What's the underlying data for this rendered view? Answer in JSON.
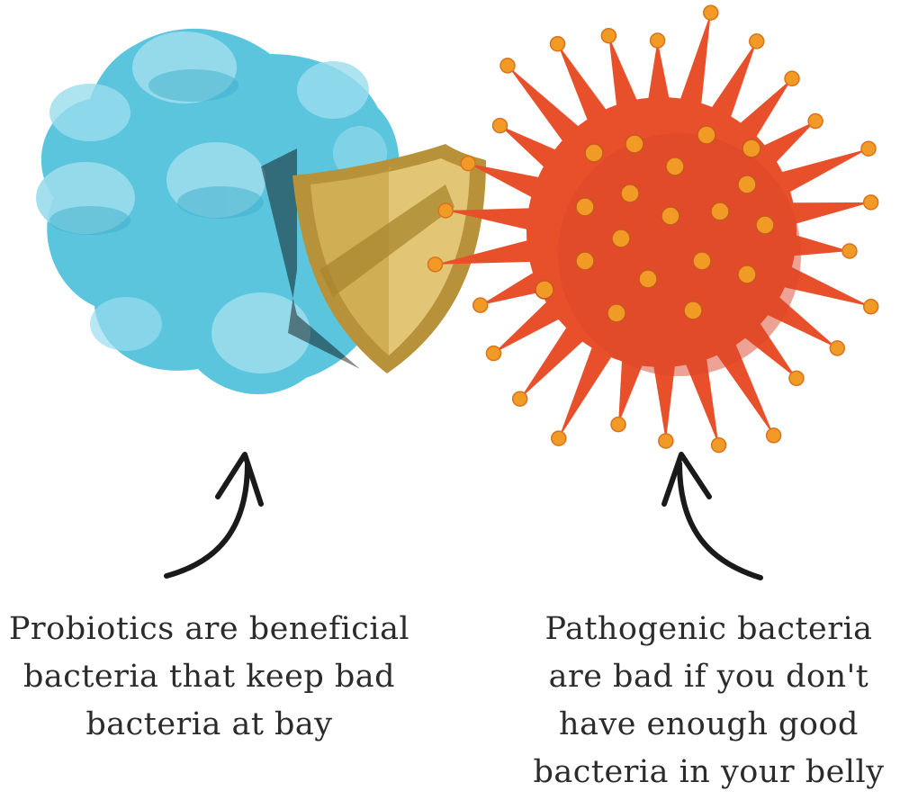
{
  "left_caption": {
    "lines": [
      "Probiotics are beneficial",
      "bacteria that keep bad",
      "bacteria at bay"
    ]
  },
  "right_caption": {
    "lines": [
      "Pathogenic bacteria",
      "are bad if you don't",
      "have enough good",
      "bacteria in your belly"
    ]
  },
  "colors": {
    "probiotic_body": "#5bc5de",
    "probiotic_highlight": "#9adcec",
    "shield": "#c9a445",
    "shield_inner": "#e2c575",
    "pathogen_body": "#e8502b",
    "pathogen_spike_tip": "#f29a26",
    "text": "#2b2b2b"
  }
}
